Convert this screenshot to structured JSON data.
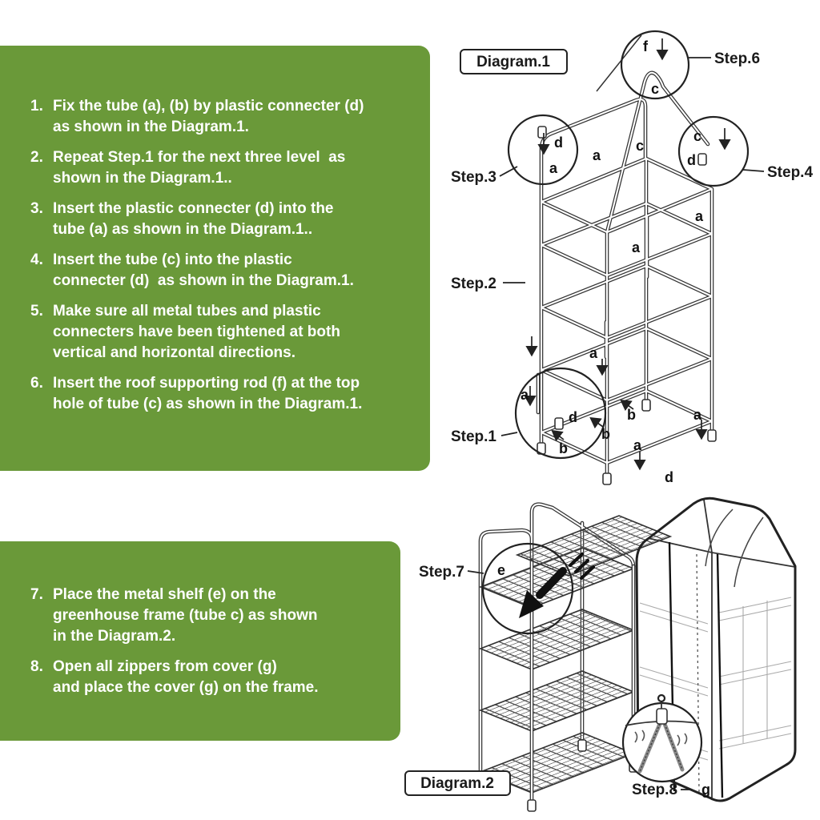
{
  "colors": {
    "panel_green": "#6a9939",
    "line_dark": "#333333",
    "text_white": "#ffffff",
    "label_dark": "#1a1a1a"
  },
  "instructions_top": {
    "items": [
      {
        "num": "1.",
        "text": "Fix the tube (a), (b) by plastic connecter (d)\nas shown in the Diagram.1."
      },
      {
        "num": "2.",
        "text": "Repeat Step.1 for the next three level  as\nshown in the Diagram.1.."
      },
      {
        "num": "3.",
        "text": "Insert the plastic connecter (d) into the\ntube (a) as shown in the Diagram.1.."
      },
      {
        "num": "4.",
        "text": "Insert the tube (c) into the plastic\nconnecter (d)  as shown in the Diagram.1."
      },
      {
        "num": "5.",
        "text": "Make sure all metal tubes and plastic\nconnecters have been tightened at both\nvertical and horizontal directions."
      },
      {
        "num": "6.",
        "text": "Insert the roof supporting rod (f) at the top\nhole of tube (c) as shown in the Diagram.1."
      }
    ]
  },
  "instructions_bottom": {
    "items": [
      {
        "num": "7.",
        "text": "Place the metal shelf (e) on the\ngreenhouse frame (tube c) as shown\nin the Diagram.2."
      },
      {
        "num": "8.",
        "text": "Open all zippers from cover (g)\nand place the cover (g) on the frame."
      }
    ]
  },
  "diagram1": {
    "label": "Diagram.1",
    "steps": {
      "s1": "Step.1",
      "s2": "Step.2",
      "s3": "Step.3",
      "s4": "Step.4",
      "s6": "Step.6"
    }
  },
  "diagram2": {
    "label": "Diagram.2",
    "steps": {
      "s7": "Step.7",
      "s8": "Step.8"
    }
  },
  "parts": {
    "a": "a",
    "b": "b",
    "c": "c",
    "d": "d",
    "e": "e",
    "f": "f",
    "g": "g"
  }
}
